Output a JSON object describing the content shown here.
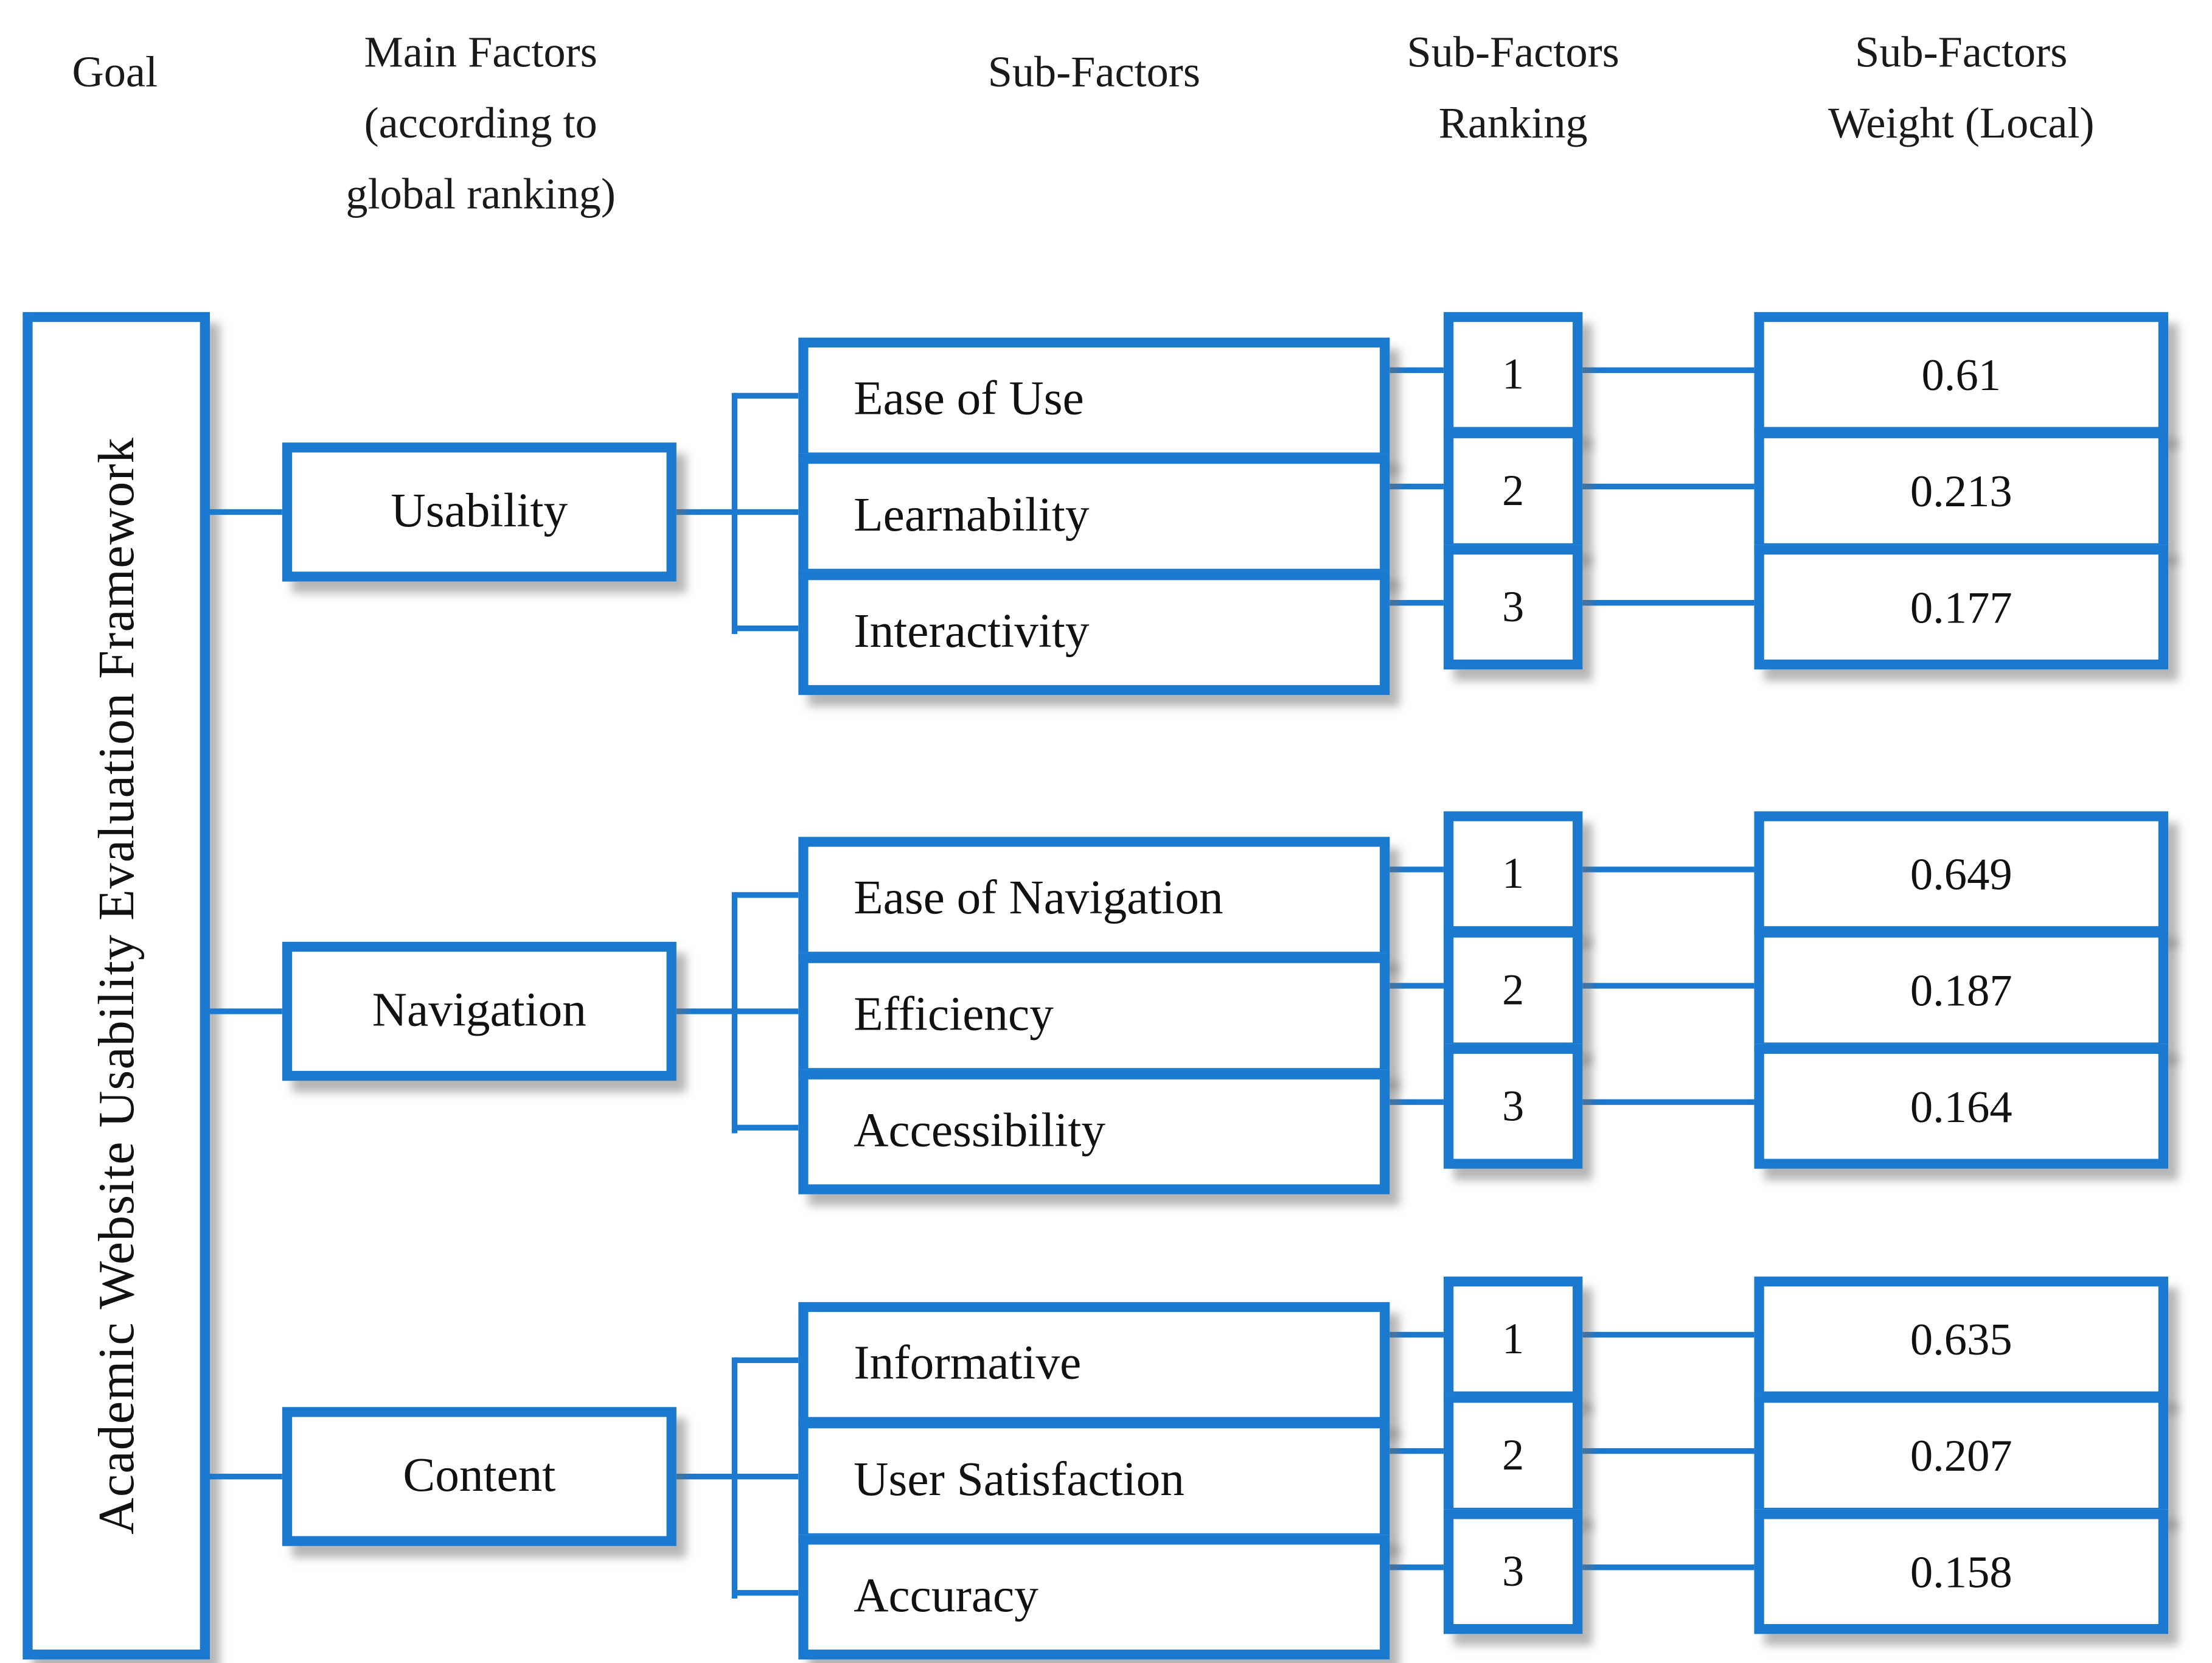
{
  "headers": {
    "goal": "Goal",
    "main_factors_lines": [
      "Main Factors",
      "(according to",
      "global ranking)"
    ],
    "sub_factors": "Sub-Factors",
    "ranking_lines": [
      "Sub-Factors",
      "Ranking"
    ],
    "weight_lines": [
      "Sub-Factors",
      "Weight (Local)"
    ]
  },
  "goal": {
    "label": "Academic Website Usability Evaluation Framework"
  },
  "groups": [
    {
      "factor": "Usability",
      "subs": [
        {
          "name": "Ease of Use",
          "rank": "1",
          "weight": "0.61"
        },
        {
          "name": "Learnability",
          "rank": "2",
          "weight": "0.213"
        },
        {
          "name": "Interactivity",
          "rank": "3",
          "weight": "0.177"
        }
      ]
    },
    {
      "factor": "Navigation",
      "subs": [
        {
          "name": "Ease of Navigation",
          "rank": "1",
          "weight": "0.649"
        },
        {
          "name": "Efficiency",
          "rank": "2",
          "weight": "0.187"
        },
        {
          "name": "Accessibility",
          "rank": "3",
          "weight": "0.164"
        }
      ]
    },
    {
      "factor": "Content",
      "subs": [
        {
          "name": "Informative",
          "rank": "1",
          "weight": "0.635"
        },
        {
          "name": "User Satisfaction",
          "rank": "2",
          "weight": "0.207"
        },
        {
          "name": "Accuracy",
          "rank": "3",
          "weight": "0.158"
        }
      ]
    }
  ],
  "colors": {
    "accent_blue": "#1b79d0",
    "text": "#111111",
    "background": "#ffffff"
  }
}
